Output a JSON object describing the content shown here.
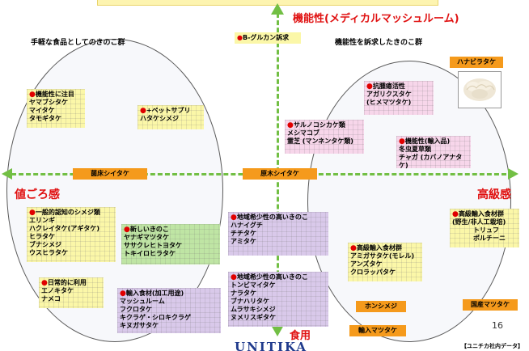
{
  "axes": {
    "top_label": "機能性(メディカルマッシュルーム)",
    "bottom_label": "食用",
    "left_label": "値ごろ感",
    "right_label": "高級感"
  },
  "section_titles": {
    "left": "手軽な食品としてのきのこ群",
    "right": "機能性を訴求したきのこ群"
  },
  "center_badge": "B-グルカン訴求",
  "boxes": {
    "functional": {
      "title": "機能性に注目",
      "items": [
        "ヤマブシタケ",
        "マイタケ",
        "タモギタケ"
      ]
    },
    "pet": {
      "title": "+ペットサプリ",
      "items": [
        "ハタケシメジ"
      ]
    },
    "antitumor": {
      "title": "抗腫瘍活性",
      "items": [
        "アガリクスタケ",
        "(ヒメマツタケ)"
      ]
    },
    "saru": {
      "title": "サルノコシカケ類",
      "items": [
        "メシマコブ",
        "霊芝 (マンネンタケ類)"
      ]
    },
    "functional_import": {
      "title": "機能性(輸入品)",
      "items": [
        "冬虫夏草類",
        "チャガ (カバノアナタケ)"
      ]
    },
    "general": {
      "title": "一般的認知のシメジ類",
      "items": [
        "エリンギ",
        "ハクレイタケ(アギタケ)",
        "ヒラタケ",
        "ブナシメジ",
        "ウスヒラタケ"
      ]
    },
    "new": {
      "title": "新しいきのこ",
      "items": [
        "ヤナギマツタケ",
        "ササクレヒトヨタケ",
        "トキイロヒラタケ"
      ]
    },
    "local_high": {
      "title": "地域希少性の高いきのこ",
      "items": [
        "ハナイグチ",
        "チチタケ",
        "アミタケ"
      ]
    },
    "daily": {
      "title": "日常的に利用",
      "items": [
        "エノキタケ",
        "ナメコ"
      ]
    },
    "import_processed": {
      "title": "輸入食材(加工用途)",
      "items": [
        "マッシュルーム",
        "フクロタケ",
        "キクラゲ・シロキクラゲ",
        "キヌガサタケ"
      ]
    },
    "local_rare": {
      "title": "地域希少性の高いきのこ",
      "items": [
        "トンビマイタケ",
        "ナラタケ",
        "ブナハリタケ",
        "ムラサキシメジ",
        "ヌメリスギタケ"
      ]
    },
    "luxury_import": {
      "title": "高級輸入食材群",
      "items": [
        "アミガサタケ(モレル)",
        "アンズタケ",
        "クロラッパタケ"
      ]
    },
    "luxury_wild": {
      "title": "高級輸入食材群",
      "items": [
        "(野生/非人工栽培)",
        "トリュフ",
        "ポルチーニ"
      ]
    }
  },
  "orange_labels": {
    "kinsho": "菌床シイタケ",
    "genboku": "原木シイタケ",
    "hanabira": "ハナビラタケ",
    "honshimeji": "ホンシメジ",
    "kokusan": "国産マツタケ",
    "yunyu": "輸入マツタケ"
  },
  "footer": {
    "page_number": "16",
    "logo": "UNITIKA",
    "source": "【ユニチカ社内データ】"
  }
}
